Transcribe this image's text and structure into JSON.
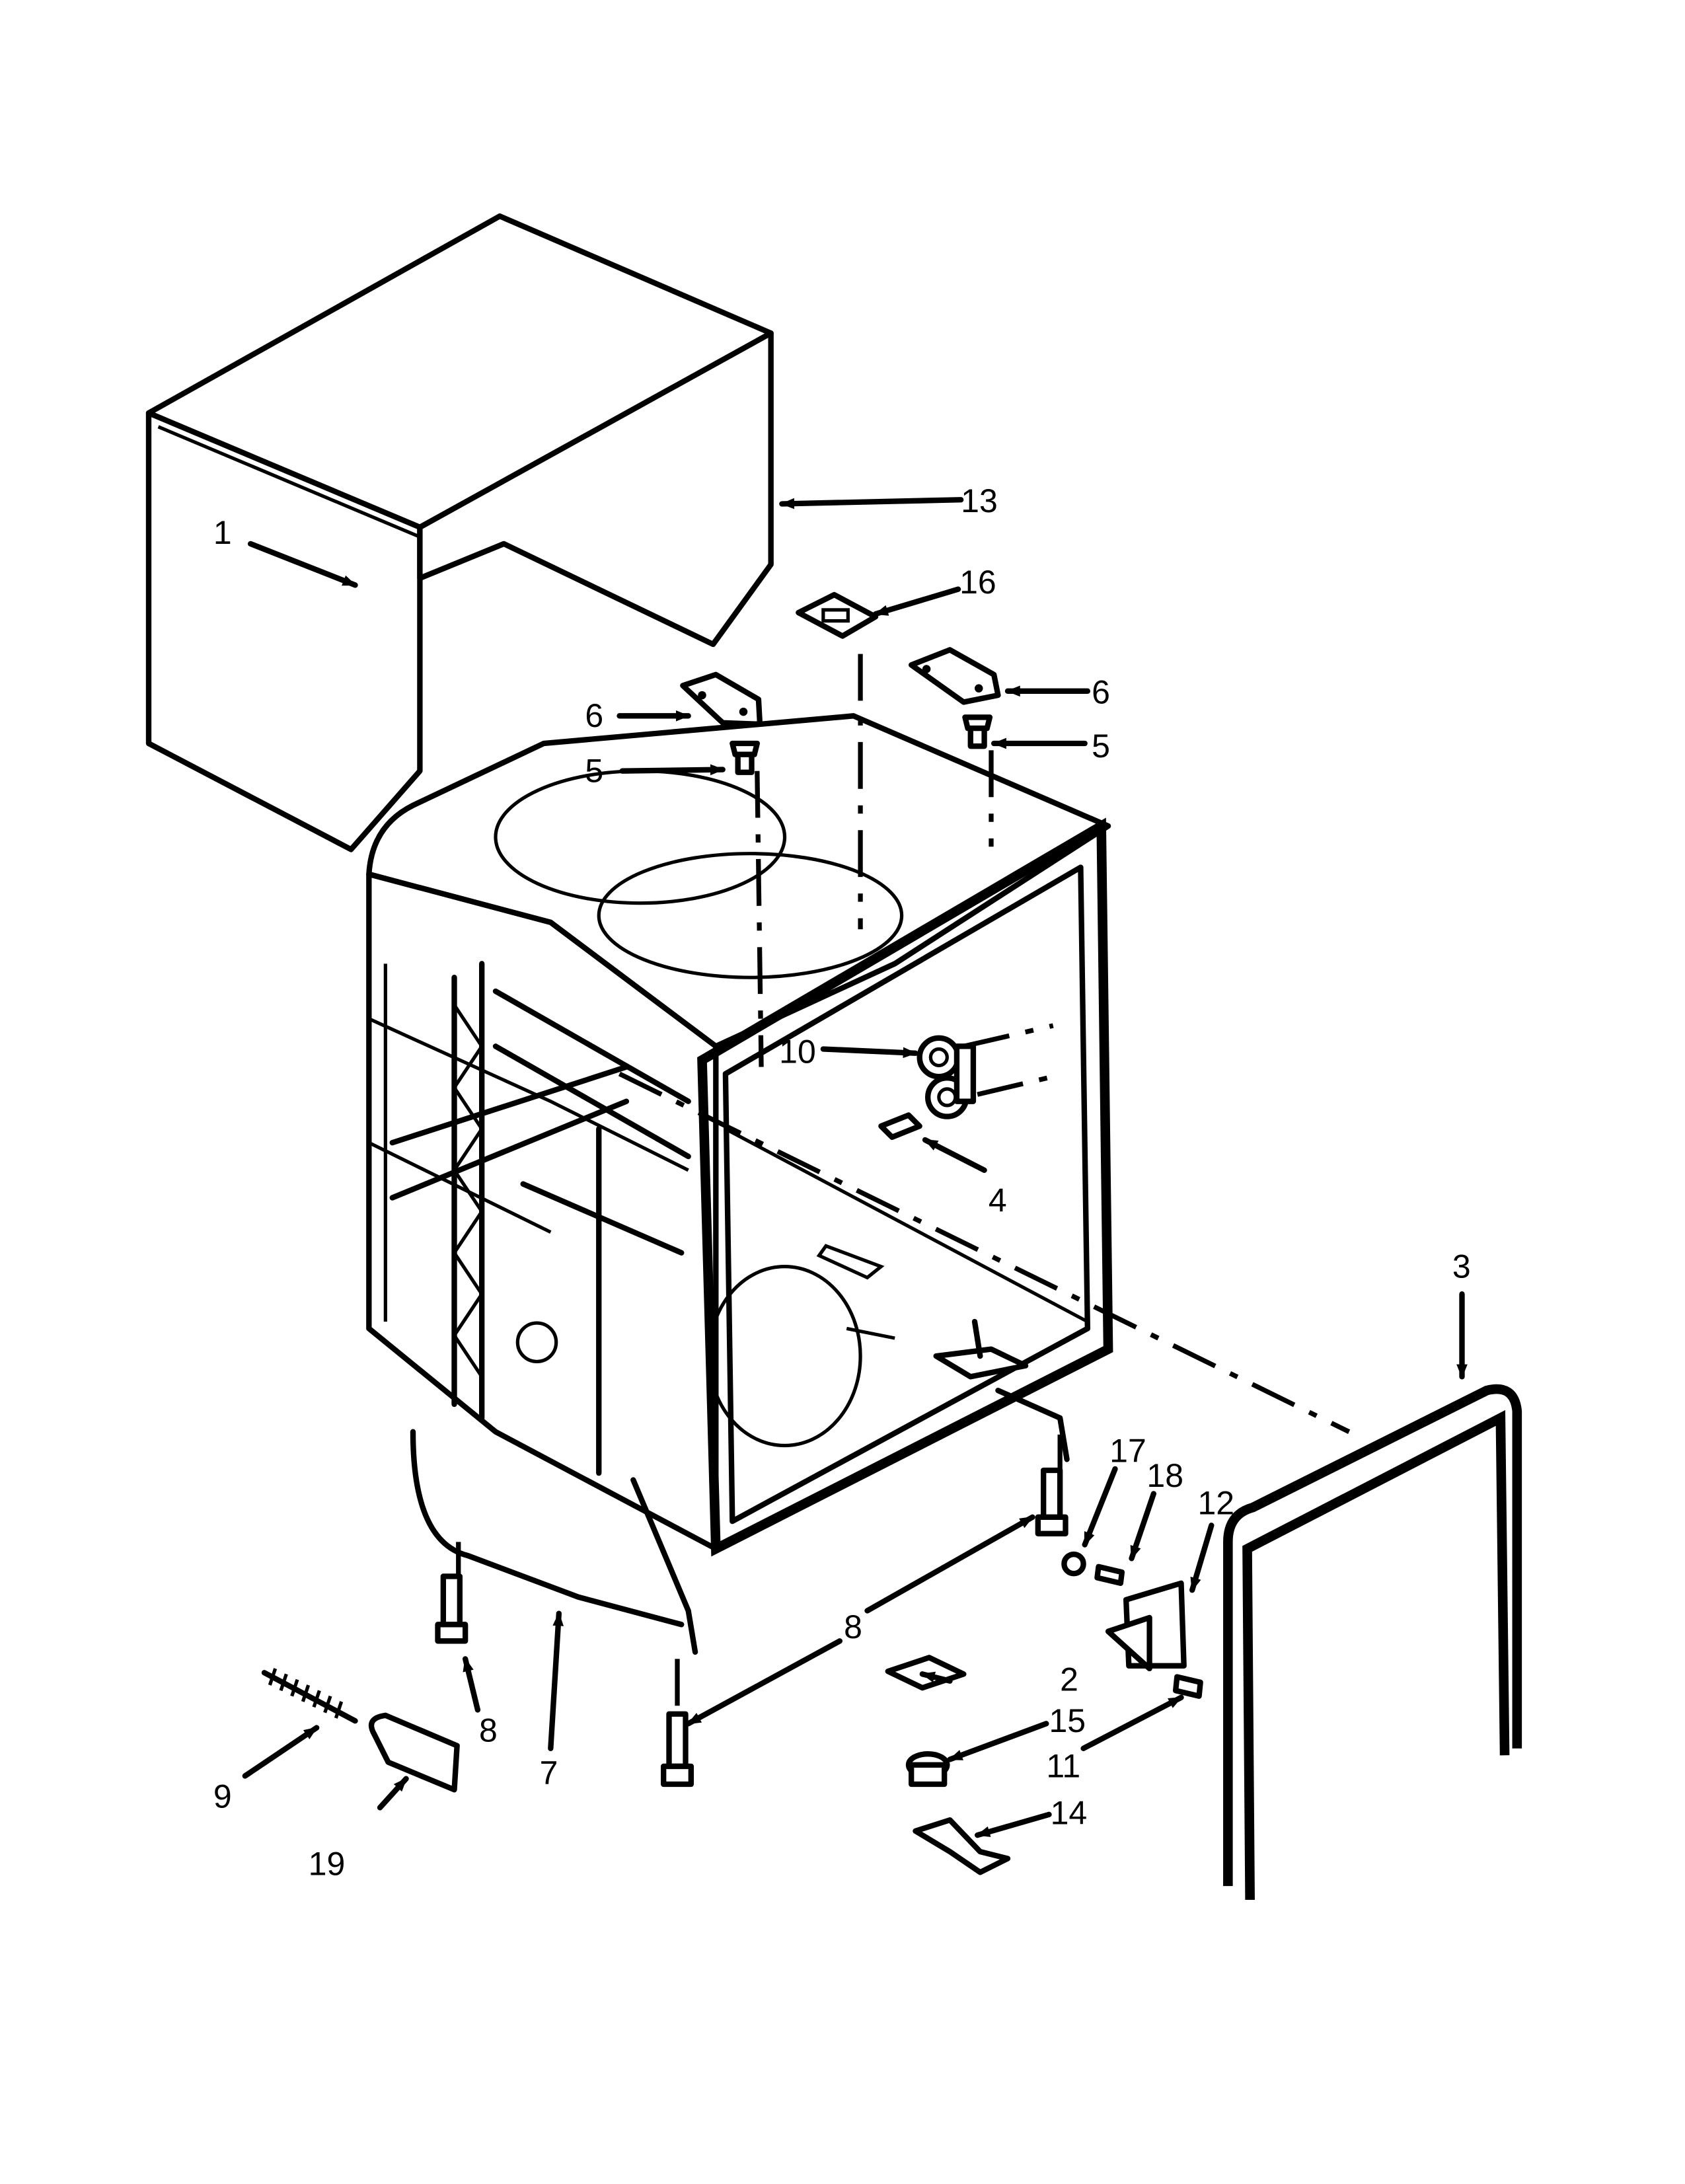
{
  "diagram": {
    "callouts": [
      {
        "id": "c1",
        "label": "1"
      },
      {
        "id": "c2",
        "label": "2"
      },
      {
        "id": "c3",
        "label": "3"
      },
      {
        "id": "c4",
        "label": "4"
      },
      {
        "id": "c5a",
        "label": "5"
      },
      {
        "id": "c5b",
        "label": "5"
      },
      {
        "id": "c6a",
        "label": "6"
      },
      {
        "id": "c6b",
        "label": "6"
      },
      {
        "id": "c7",
        "label": "7"
      },
      {
        "id": "c8a",
        "label": "8"
      },
      {
        "id": "c8b",
        "label": "8"
      },
      {
        "id": "c9",
        "label": "9"
      },
      {
        "id": "c10",
        "label": "10"
      },
      {
        "id": "c11",
        "label": "11"
      },
      {
        "id": "c12",
        "label": "12"
      },
      {
        "id": "c13",
        "label": "13"
      },
      {
        "id": "c14",
        "label": "14"
      },
      {
        "id": "c15",
        "label": "15"
      },
      {
        "id": "c16",
        "label": "16"
      },
      {
        "id": "c17",
        "label": "17"
      },
      {
        "id": "c18",
        "label": "18"
      },
      {
        "id": "c19",
        "label": "19"
      }
    ]
  }
}
